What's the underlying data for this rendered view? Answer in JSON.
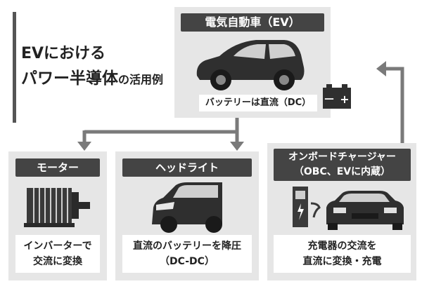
{
  "title": {
    "line1": "EVにおける",
    "line2_main": "パワー半導体",
    "line2_small": "の活用例"
  },
  "ev": {
    "label": "電気自動車（EV）",
    "caption": "バッテリーは直流（DC）",
    "battery_minus": "－",
    "battery_plus": "+"
  },
  "motor": {
    "label": "モーター",
    "caption_line1": "インバーターで",
    "caption_line2": "交流に変換"
  },
  "headlight": {
    "label": "ヘッドライト",
    "caption_line1": "直流のバッテリーを降圧",
    "caption_line2": "（DC-DC）"
  },
  "obc": {
    "label_line1": "オンボードチャージャー",
    "label_line2": "（OBC、EVに内蔵）",
    "caption_line1": "充電器の交流を",
    "caption_line2": "直流に変換・充電"
  },
  "colors": {
    "panel": "#e6e6e6",
    "label": "#444444",
    "arrow": "#7a7a7a",
    "icon": "#3a3a3a"
  }
}
